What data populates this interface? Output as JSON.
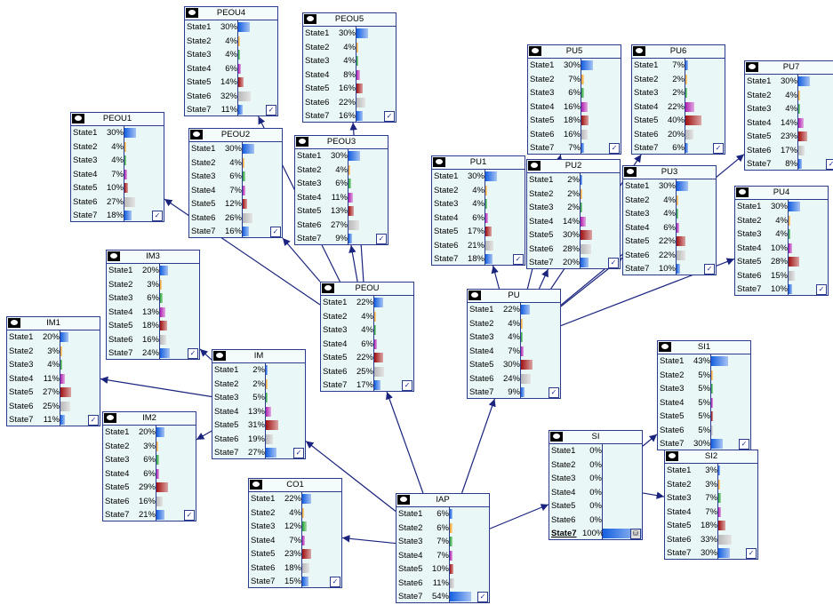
{
  "nodes": [
    {
      "id": "PEOU4",
      "title": "PEOU4",
      "states": [
        [
          "State1",
          "30%"
        ],
        [
          "State2",
          "4%"
        ],
        [
          "State3",
          "4%"
        ],
        [
          "State4",
          "6%"
        ],
        [
          "State5",
          "14%"
        ],
        [
          "State6",
          "32%"
        ],
        [
          "State7",
          "11%"
        ]
      ],
      "values": [
        30,
        4,
        4,
        6,
        14,
        32,
        11
      ]
    },
    {
      "id": "PEOU5",
      "title": "PEOU5",
      "states": [
        [
          "State1",
          "30%"
        ],
        [
          "State2",
          "4%"
        ],
        [
          "State3",
          "4%"
        ],
        [
          "State4",
          "8%"
        ],
        [
          "State5",
          "16%"
        ],
        [
          "State6",
          "22%"
        ],
        [
          "State7",
          "16%"
        ]
      ],
      "values": [
        30,
        4,
        4,
        8,
        16,
        22,
        16
      ]
    },
    {
      "id": "PEOU1",
      "title": "PEOU1",
      "states": [
        [
          "State1",
          "30%"
        ],
        [
          "State2",
          "4%"
        ],
        [
          "State3",
          "4%"
        ],
        [
          "State4",
          "7%"
        ],
        [
          "State5",
          "10%"
        ],
        [
          "State6",
          "27%"
        ],
        [
          "State7",
          "18%"
        ]
      ],
      "values": [
        30,
        4,
        4,
        7,
        10,
        27,
        18
      ]
    },
    {
      "id": "PEOU2",
      "title": "PEOU2",
      "states": [
        [
          "State1",
          "30%"
        ],
        [
          "State2",
          "4%"
        ],
        [
          "State3",
          "6%"
        ],
        [
          "State4",
          "7%"
        ],
        [
          "State5",
          "12%"
        ],
        [
          "State6",
          "26%"
        ],
        [
          "State7",
          "16%"
        ]
      ],
      "values": [
        30,
        4,
        6,
        7,
        12,
        26,
        16
      ]
    },
    {
      "id": "PEOU3",
      "title": "PEOU3",
      "states": [
        [
          "State1",
          "30%"
        ],
        [
          "State2",
          "4%"
        ],
        [
          "State3",
          "6%"
        ],
        [
          "State4",
          "11%"
        ],
        [
          "State5",
          "13%"
        ],
        [
          "State6",
          "27%"
        ],
        [
          "State7",
          "9%"
        ]
      ],
      "values": [
        30,
        4,
        6,
        11,
        13,
        27,
        9
      ]
    },
    {
      "id": "PU5",
      "title": "PU5",
      "states": [
        [
          "State1",
          "30%"
        ],
        [
          "State2",
          "7%"
        ],
        [
          "State3",
          "6%"
        ],
        [
          "State4",
          "16%"
        ],
        [
          "State5",
          "18%"
        ],
        [
          "State6",
          "16%"
        ],
        [
          "State7",
          "7%"
        ]
      ],
      "values": [
        30,
        7,
        6,
        16,
        18,
        16,
        7
      ]
    },
    {
      "id": "PU6",
      "title": "PU6",
      "states": [
        [
          "State1",
          "7%"
        ],
        [
          "State2",
          "2%"
        ],
        [
          "State3",
          "2%"
        ],
        [
          "State4",
          "22%"
        ],
        [
          "State5",
          "40%"
        ],
        [
          "State6",
          "20%"
        ],
        [
          "State7",
          "6%"
        ]
      ],
      "values": [
        7,
        2,
        2,
        22,
        40,
        20,
        6
      ]
    },
    {
      "id": "PU7",
      "title": "PU7",
      "states": [
        [
          "State1",
          "30%"
        ],
        [
          "State2",
          "4%"
        ],
        [
          "State3",
          "4%"
        ],
        [
          "State4",
          "14%"
        ],
        [
          "State5",
          "23%"
        ],
        [
          "State6",
          "17%"
        ],
        [
          "State7",
          "8%"
        ]
      ],
      "values": [
        30,
        4,
        4,
        14,
        23,
        17,
        8
      ]
    },
    {
      "id": "PU1",
      "title": "PU1",
      "states": [
        [
          "State1",
          "30%"
        ],
        [
          "State2",
          "4%"
        ],
        [
          "State3",
          "4%"
        ],
        [
          "State4",
          "6%"
        ],
        [
          "State5",
          "17%"
        ],
        [
          "State6",
          "21%"
        ],
        [
          "State7",
          "18%"
        ]
      ],
      "values": [
        30,
        4,
        4,
        6,
        17,
        21,
        18
      ]
    },
    {
      "id": "PU2",
      "title": "PU2",
      "states": [
        [
          "State1",
          "2%"
        ],
        [
          "State2",
          "2%"
        ],
        [
          "State3",
          "2%"
        ],
        [
          "State4",
          "14%"
        ],
        [
          "State5",
          "30%"
        ],
        [
          "State6",
          "28%"
        ],
        [
          "State7",
          "20%"
        ]
      ],
      "values": [
        2,
        2,
        2,
        14,
        30,
        28,
        20
      ]
    },
    {
      "id": "PU3",
      "title": "PU3",
      "states": [
        [
          "State1",
          "30%"
        ],
        [
          "State2",
          "4%"
        ],
        [
          "State3",
          "4%"
        ],
        [
          "State4",
          "6%"
        ],
        [
          "State5",
          "22%"
        ],
        [
          "State6",
          "22%"
        ],
        [
          "State7",
          "10%"
        ]
      ],
      "values": [
        30,
        4,
        4,
        6,
        22,
        22,
        10
      ]
    },
    {
      "id": "PU4",
      "title": "PU4",
      "states": [
        [
          "State1",
          "30%"
        ],
        [
          "State2",
          "4%"
        ],
        [
          "State3",
          "4%"
        ],
        [
          "State4",
          "10%"
        ],
        [
          "State5",
          "28%"
        ],
        [
          "State6",
          "15%"
        ],
        [
          "State7",
          "10%"
        ]
      ],
      "values": [
        30,
        4,
        4,
        10,
        28,
        15,
        10
      ]
    },
    {
      "id": "IM3",
      "title": "IM3",
      "states": [
        [
          "State1",
          "20%"
        ],
        [
          "State2",
          "3%"
        ],
        [
          "State3",
          "6%"
        ],
        [
          "State4",
          "13%"
        ],
        [
          "State5",
          "18%"
        ],
        [
          "State6",
          "16%"
        ],
        [
          "State7",
          "24%"
        ]
      ],
      "values": [
        20,
        3,
        6,
        13,
        18,
        16,
        24
      ]
    },
    {
      "id": "IM1",
      "title": "IM1",
      "states": [
        [
          "State1",
          "20%"
        ],
        [
          "State2",
          "3%"
        ],
        [
          "State3",
          "4%"
        ],
        [
          "State4",
          "11%"
        ],
        [
          "State5",
          "27%"
        ],
        [
          "State6",
          "25%"
        ],
        [
          "State7",
          "11%"
        ]
      ],
      "values": [
        20,
        3,
        4,
        11,
        27,
        25,
        11
      ]
    },
    {
      "id": "IM2",
      "title": "IM2",
      "states": [
        [
          "State1",
          "20%"
        ],
        [
          "State2",
          "3%"
        ],
        [
          "State3",
          "6%"
        ],
        [
          "State4",
          "6%"
        ],
        [
          "State5",
          "29%"
        ],
        [
          "State6",
          "16%"
        ],
        [
          "State7",
          "21%"
        ]
      ],
      "values": [
        20,
        3,
        6,
        6,
        29,
        16,
        21
      ]
    },
    {
      "id": "IM",
      "title": "IM",
      "states": [
        [
          "State1",
          "2%"
        ],
        [
          "State2",
          "2%"
        ],
        [
          "State3",
          "5%"
        ],
        [
          "State4",
          "13%"
        ],
        [
          "State5",
          "31%"
        ],
        [
          "State6",
          "19%"
        ],
        [
          "State7",
          "27%"
        ]
      ],
      "values": [
        2,
        2,
        5,
        13,
        31,
        19,
        27
      ]
    },
    {
      "id": "PEOU",
      "title": "PEOU",
      "states": [
        [
          "State1",
          "22%"
        ],
        [
          "State2",
          "4%"
        ],
        [
          "State3",
          "4%"
        ],
        [
          "State4",
          "6%"
        ],
        [
          "State5",
          "22%"
        ],
        [
          "State6",
          "25%"
        ],
        [
          "State7",
          "17%"
        ]
      ],
      "values": [
        22,
        4,
        4,
        6,
        22,
        25,
        17
      ]
    },
    {
      "id": "PU",
      "title": "PU",
      "states": [
        [
          "State1",
          "22%"
        ],
        [
          "State2",
          "4%"
        ],
        [
          "State3",
          "4%"
        ],
        [
          "State4",
          "7%"
        ],
        [
          "State5",
          "30%"
        ],
        [
          "State6",
          "24%"
        ],
        [
          "State7",
          "9%"
        ]
      ],
      "values": [
        22,
        4,
        4,
        7,
        30,
        24,
        9
      ]
    },
    {
      "id": "SI1",
      "title": "SI1",
      "states": [
        [
          "State1",
          "43%"
        ],
        [
          "State2",
          "5%"
        ],
        [
          "State3",
          "5%"
        ],
        [
          "State4",
          "5%"
        ],
        [
          "State5",
          "5%"
        ],
        [
          "State6",
          "5%"
        ],
        [
          "State7",
          "30%"
        ]
      ],
      "values": [
        43,
        5,
        5,
        5,
        5,
        5,
        30
      ]
    },
    {
      "id": "SI",
      "title": "SI",
      "evidence": true,
      "states": [
        [
          "State1",
          "0%"
        ],
        [
          "State2",
          "0%"
        ],
        [
          "State3",
          "0%"
        ],
        [
          "State4",
          "0%"
        ],
        [
          "State5",
          "0%"
        ],
        [
          "State6",
          "0%"
        ],
        [
          "State7",
          "100%"
        ]
      ],
      "values": [
        0,
        0,
        0,
        0,
        0,
        0,
        100
      ]
    },
    {
      "id": "SI2",
      "title": "SI2",
      "states": [
        [
          "State1",
          "3%"
        ],
        [
          "State2",
          "3%"
        ],
        [
          "State3",
          "7%"
        ],
        [
          "State4",
          "7%"
        ],
        [
          "State5",
          "18%"
        ],
        [
          "State6",
          "33%"
        ],
        [
          "State7",
          "30%"
        ]
      ],
      "values": [
        3,
        3,
        7,
        7,
        18,
        33,
        30
      ]
    },
    {
      "id": "CO1",
      "title": "CO1",
      "states": [
        [
          "State1",
          "22%"
        ],
        [
          "State2",
          "4%"
        ],
        [
          "State3",
          "12%"
        ],
        [
          "State4",
          "7%"
        ],
        [
          "State5",
          "23%"
        ],
        [
          "State6",
          "18%"
        ],
        [
          "State7",
          "15%"
        ]
      ],
      "values": [
        22,
        4,
        12,
        7,
        23,
        18,
        15
      ]
    },
    {
      "id": "IAP",
      "title": "IAP",
      "states": [
        [
          "State1",
          "6%"
        ],
        [
          "State2",
          "6%"
        ],
        [
          "State3",
          "7%"
        ],
        [
          "State4",
          "7%"
        ],
        [
          "State5",
          "10%"
        ],
        [
          "State6",
          "11%"
        ],
        [
          "State7",
          "54%"
        ]
      ],
      "values": [
        6,
        6,
        7,
        7,
        10,
        11,
        54
      ]
    }
  ],
  "edges": [
    [
      "IAP",
      "PEOU"
    ],
    [
      "IAP",
      "PU"
    ],
    [
      "IAP",
      "IM"
    ],
    [
      "IAP",
      "CO1"
    ],
    [
      "IAP",
      "SI"
    ],
    [
      "PEOU",
      "PEOU1"
    ],
    [
      "PEOU",
      "PEOU2"
    ],
    [
      "PEOU",
      "PEOU3"
    ],
    [
      "PEOU",
      "PEOU4"
    ],
    [
      "PEOU",
      "PEOU5"
    ],
    [
      "PU",
      "PU1"
    ],
    [
      "PU",
      "PU2"
    ],
    [
      "PU",
      "PU3"
    ],
    [
      "PU",
      "PU4"
    ],
    [
      "PU",
      "PU5"
    ],
    [
      "PU",
      "PU6"
    ],
    [
      "PU",
      "PU7"
    ],
    [
      "IM",
      "IM1"
    ],
    [
      "IM",
      "IM2"
    ],
    [
      "IM",
      "IM3"
    ],
    [
      "SI",
      "SI1"
    ],
    [
      "SI",
      "SI2"
    ]
  ],
  "colors": {
    "state_bars": [
      "#1560e0",
      "#f0a020",
      "#20a030",
      "#b020b0",
      "#a01010",
      "#b8b8b8",
      "#1560e0"
    ],
    "border": "#2a3a8c",
    "node_bg": "#eaf7f7"
  }
}
